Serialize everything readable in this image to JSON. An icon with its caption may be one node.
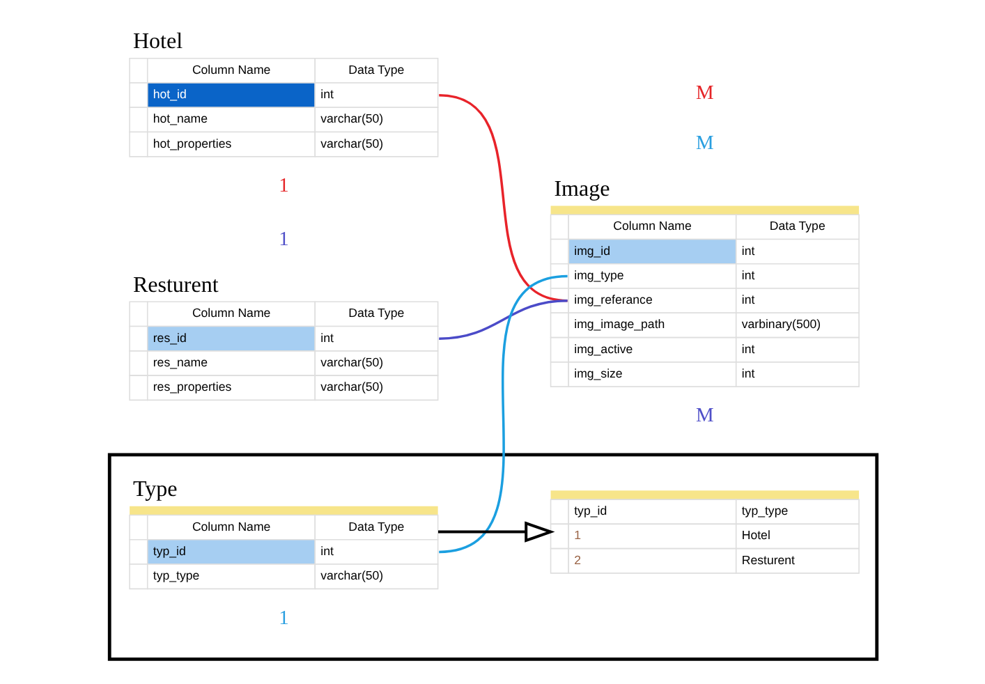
{
  "diagram": {
    "nodes": [
      {
        "text": [
          "Hotel",
          "Column Name",
          "Data Type",
          "hot_id",
          "int",
          "hot_name",
          "varchar(50)",
          "hot_properties",
          "varchar(50)"
        ]
      },
      {
        "text": [
          "Image",
          "Column Name",
          "Data Type",
          "img_id",
          "int",
          "img_type",
          "int",
          "img_referance",
          "int",
          "img_image_path",
          "varbinary(500)",
          "img_active",
          "int",
          "img_size",
          "int"
        ]
      },
      {
        "text": [
          "Resturent",
          "Column Name",
          "Data Type",
          "res_id",
          "int",
          "res_name",
          "varchar(50)",
          "res_properties",
          "varchar(50)"
        ]
      },
      {
        "text": [],
        "shape": "box"
      },
      {
        "text": [
          "Type",
          "Column Name",
          "Data Type",
          "typ_id",
          "int",
          "typ_type",
          "varchar(50)"
        ],
        "in": 3
      },
      {
        "text": [
          "typ_id",
          "typ_type",
          "1",
          "Hotel",
          "2",
          "Resturent"
        ],
        "in": 3
      }
    ],
    "edges": [
      {
        "from": 0,
        "to": 1,
        "arrow": "none",
        "color": "#e8232a"
      },
      {
        "from": 2,
        "to": 1,
        "arrow": "none",
        "color": "#4b4bc8"
      },
      {
        "from": 4,
        "to": 1,
        "arrow": "none",
        "color": "#1b9fe0"
      },
      {
        "from": 4,
        "to": 5,
        "arrow": "to",
        "color": "#000000"
      }
    ],
    "labels": [
      "1",
      "M",
      "M",
      "M",
      "1",
      "1"
    ]
  }
}
